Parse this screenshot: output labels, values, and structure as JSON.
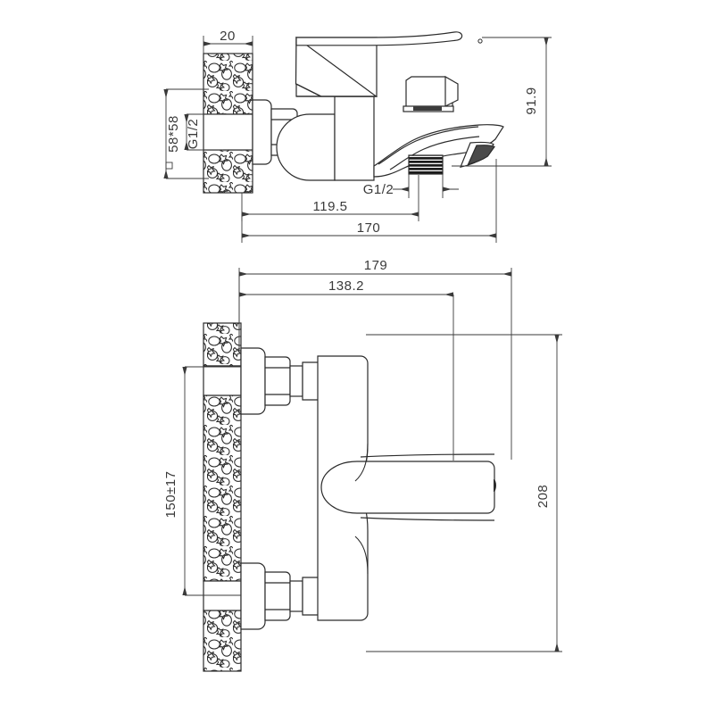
{
  "drawing": {
    "title": "Bath shower mixer tap technical drawing",
    "line_color": "#2b2b2b",
    "dim_color": "#3a3a3a",
    "background": "#ffffff",
    "views": [
      {
        "name": "side-view",
        "position": "top"
      },
      {
        "name": "front-view",
        "position": "bottom"
      }
    ]
  },
  "dimensions": {
    "side_view": {
      "wall_thickness": "20",
      "flange_size": "58*58",
      "inlet_thread": "G1/2",
      "outlet_thread": "G1/2",
      "spout_projection": "119.5",
      "total_projection": "170",
      "total_height": "91.9"
    },
    "front_view": {
      "body_width_outer": "179",
      "body_width_inner": "138.2",
      "inlet_centres": "150±17",
      "total_height": "208"
    }
  },
  "labels": {
    "d20": "20",
    "d58x58": "58*58",
    "g12_inlet": "G1/2",
    "g12_outlet": "G1/2",
    "d119_5": "119.5",
    "d170": "170",
    "d91_9": "91.9",
    "d179": "179",
    "d138_2": "138.2",
    "d150pm17": "150±17",
    "d208": "208"
  }
}
